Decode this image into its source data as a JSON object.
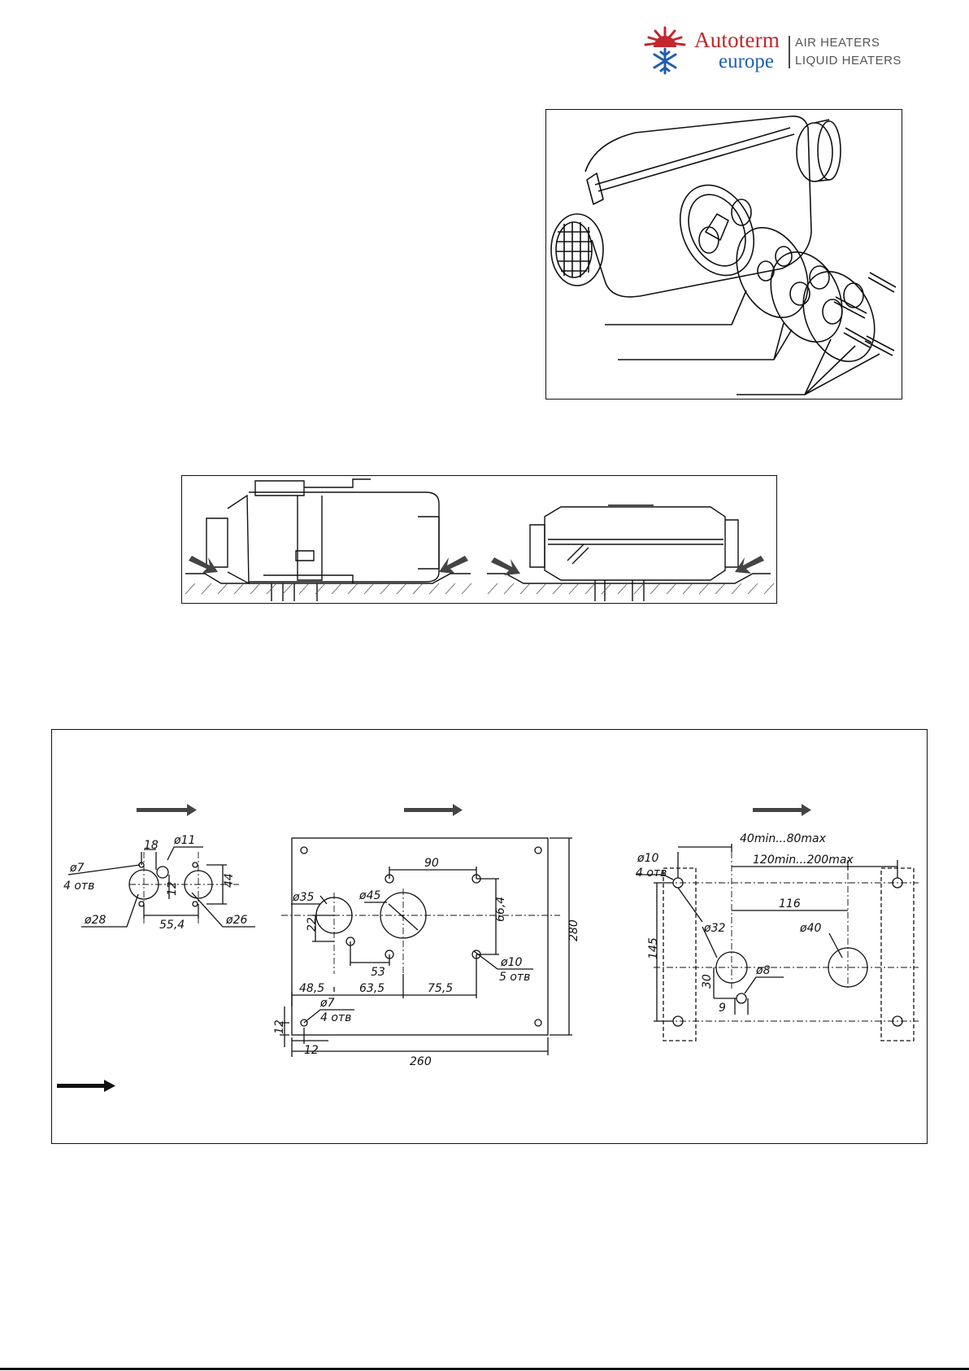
{
  "logo": {
    "brand": "Autoterm",
    "sub": "europe",
    "line1": "AIR HEATERS",
    "line2": "LIQUID HEATERS",
    "colors": {
      "red": "#c1272d",
      "blue": "#1f5fae",
      "grey": "#555555"
    }
  },
  "template_left": {
    "labels": [
      "18",
      "ø11",
      "ø7",
      "4 отв",
      "12",
      "44",
      "ø28",
      "55,4",
      "ø26"
    ]
  },
  "template_center": {
    "labels": [
      "90",
      "ø35",
      "ø45",
      "66,4",
      "280",
      "22",
      "53",
      "ø10",
      "5 отв",
      "48,5",
      "63,5",
      "75,5",
      "12",
      "ø7",
      "4 отв",
      "12",
      "260"
    ]
  },
  "template_right": {
    "labels": [
      "40min...80max",
      "ø10",
      "4 отв",
      "120min...200max",
      "116",
      "ø32",
      "ø40",
      "145",
      "30",
      "ø8",
      "9"
    ]
  }
}
